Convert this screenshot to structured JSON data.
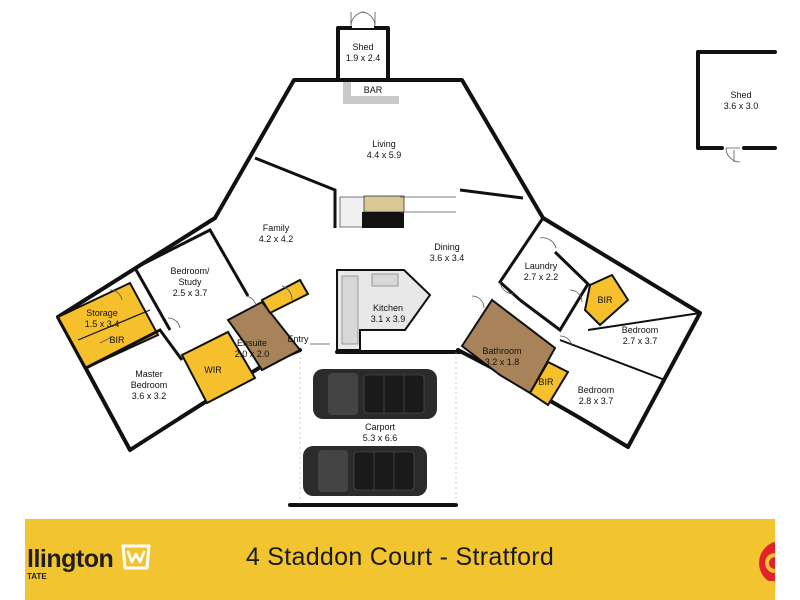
{
  "colors": {
    "banner": "#f2c430",
    "storage": "#f6c02c",
    "ensuite_floor": "#a8835a",
    "wall": "#111111",
    "shadow": "#bdbdbd",
    "corner_red": "#e3212b"
  },
  "rooms": {
    "shed_top": {
      "name": "Shed",
      "size": "1.9 x 2.4"
    },
    "bar": {
      "name": "BAR"
    },
    "shed_right": {
      "name": "Shed",
      "size": "3.6 x 3.0"
    },
    "living": {
      "name": "Living",
      "size": "4.4 x 5.9"
    },
    "family": {
      "name": "Family",
      "size": "4.2 x 4.2"
    },
    "dining": {
      "name": "Dining",
      "size": "3.6 x 3.4"
    },
    "kitchen": {
      "name": "Kitchen",
      "size": "3.1 x 3.9"
    },
    "bedroom_study": {
      "name_1": "Bedroom/",
      "name_2": "Study",
      "size": "2.5 x 3.7"
    },
    "storage": {
      "name": "Storage",
      "size": "1.5 x 3.4"
    },
    "bir_left": {
      "name": "BIR"
    },
    "ensuite": {
      "name": "Ensuite",
      "size": "2.0 x 2.0"
    },
    "entry": {
      "name": "Entry"
    },
    "wir": {
      "name": "WIR"
    },
    "master_bedroom": {
      "name_1": "Master",
      "name_2": "Bedroom",
      "size": "3.6 x 3.2"
    },
    "laundry": {
      "name": "Laundry",
      "size": "2.7 x 2.2"
    },
    "bir_top_right": {
      "name": "BIR"
    },
    "bedroom_a": {
      "name": "Bedroom",
      "size": "2.7 x 3.7"
    },
    "bathroom": {
      "name": "Bathroom",
      "size": "3.2 x 1.8"
    },
    "bir_bottom_right": {
      "name": "BIR"
    },
    "bedroom_b": {
      "name": "Bedroom",
      "size": "2.8 x 3.7"
    },
    "carport": {
      "name": "Carport",
      "size": "5.3 x 6.6"
    }
  },
  "banner": {
    "brand": "llington",
    "brand_sub": "TATE",
    "address": "4 Staddon Court - Stratford",
    "brand_icon": "smile-w-icon",
    "corner_icon": "brand-corner-icon"
  }
}
